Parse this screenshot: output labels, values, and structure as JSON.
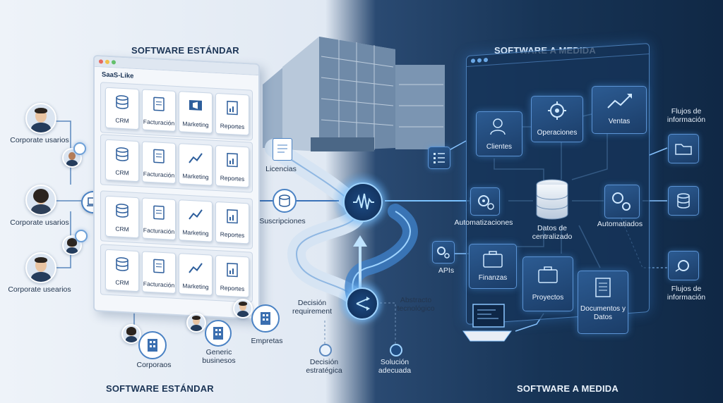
{
  "titles": {
    "left_top": "SOFTWARE ESTÁNDAR",
    "right_top": "SOFTWARE A MEDIDA",
    "left_bottom": "SOFTWARE ESTÁNDAR",
    "right_bottom": "SOFTWARE A MEDIDA"
  },
  "standard": {
    "window_label": "SaaS-Like",
    "rows": [
      [
        "CRM",
        "Facturación",
        "Marketing",
        "Reportes"
      ],
      [
        "CRM",
        "Facturación",
        "Marketing",
        "Reportes"
      ],
      [
        "CRM",
        "Facturación",
        "Marketing",
        "Reportes"
      ],
      [
        "CRM",
        "Facturación",
        "Marketing",
        "Reportes"
      ]
    ],
    "users": [
      "Corporate usarios",
      "Corporate usarios",
      "Corporate usearios"
    ],
    "bottom": {
      "corporaos": "Corporaos",
      "generic": "Generic businesos",
      "empretas": "Empretas"
    },
    "licencias": "Licencias",
    "suscripciones": "Suscripciones"
  },
  "center": {
    "decision_requirement": "Decisión requirement",
    "abstracto": "Abstracto tecnológico",
    "decision_estrategica": "Decisión estratégica",
    "solucion": "Solución adecuada"
  },
  "custom": {
    "clientes": "Clientes",
    "operaciones": "Operaciones",
    "ventas": "Ventas",
    "automatizaciones": "Automatizaciones",
    "datos": "Datos de centralizado",
    "automatiados": "Automatiados",
    "apis": "APIs",
    "finanzas": "Finanzas",
    "proyectos": "Proyectos",
    "documentos": "Documentos y Datos",
    "flujos_top": "Flujos de información",
    "flujos_bottom": "Flujos de información"
  },
  "colors": {
    "accent": "#3d8fe0",
    "navy": "#1c3556",
    "glow": "#7cc3ff"
  }
}
